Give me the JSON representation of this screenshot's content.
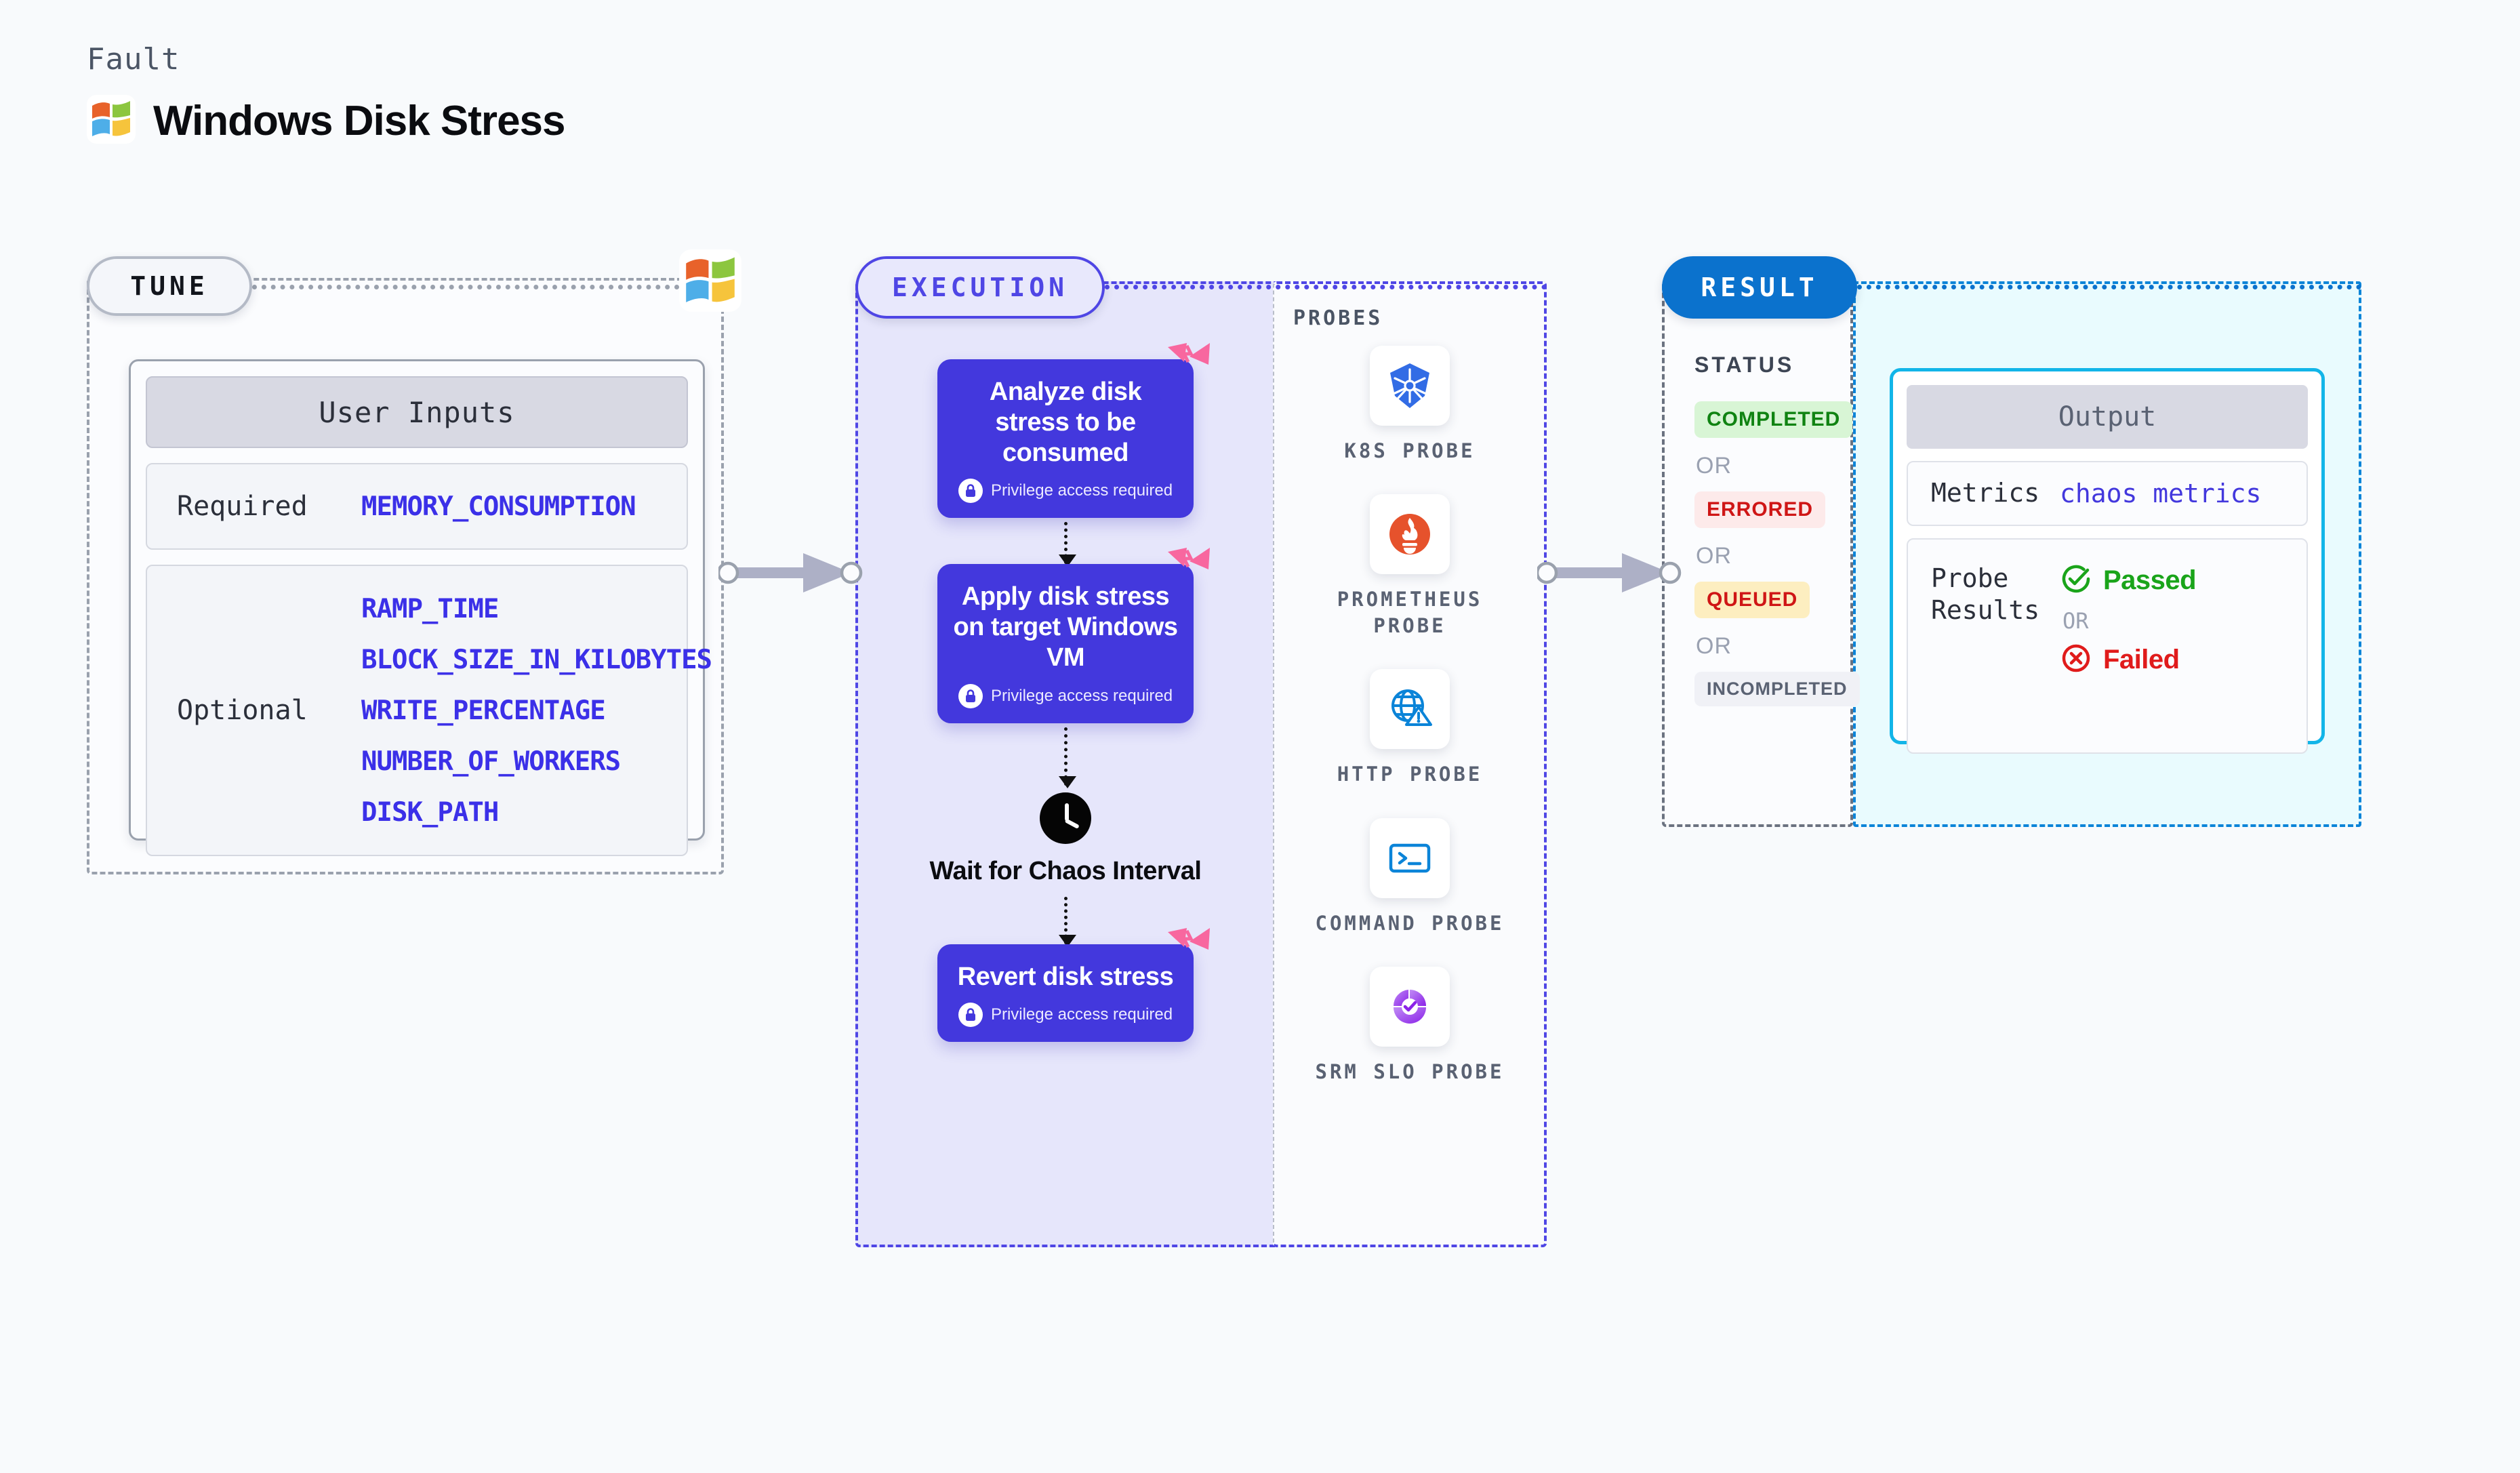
{
  "header": {
    "kicker": "Fault",
    "title": "Windows Disk Stress",
    "logo_icon": "windows-logo-icon"
  },
  "tune": {
    "pill_label": "TUNE",
    "decoration_icon": "windows-logo-icon",
    "card": {
      "header": "User Inputs",
      "groups": [
        {
          "label": "Required",
          "values": [
            "MEMORY_CONSUMPTION"
          ]
        },
        {
          "label": "Optional",
          "values": [
            "RAMP_TIME",
            "BLOCK_SIZE_IN_KILOBYTES",
            "WRITE_PERCENTAGE",
            "NUMBER_OF_WORKERS",
            "DISK_PATH"
          ]
        }
      ]
    }
  },
  "execution": {
    "pill_label": "EXECUTION",
    "privilege_note": "Privilege access required",
    "steps": [
      {
        "title": "Analyze disk stress to be consumed",
        "privileged": true,
        "ribbon_icon": "chaos-ribbon-icon"
      },
      {
        "title": "Apply disk stress on target Windows VM",
        "privileged": true,
        "ribbon_icon": "chaos-ribbon-icon"
      }
    ],
    "wait": {
      "label": "Wait for Chaos Interval",
      "icon": "clock-icon"
    },
    "final_step": {
      "title": "Revert disk stress",
      "privileged": true,
      "ribbon_icon": "chaos-ribbon-icon"
    }
  },
  "probes": {
    "title": "PROBES",
    "items": [
      {
        "name": "K8S PROBE",
        "icon": "kubernetes-icon"
      },
      {
        "name": "PROMETHEUS PROBE",
        "icon": "prometheus-icon"
      },
      {
        "name": "HTTP PROBE",
        "icon": "http-globe-alert-icon"
      },
      {
        "name": "COMMAND PROBE",
        "icon": "terminal-icon"
      },
      {
        "name": "SRM SLO PROBE",
        "icon": "srm-slo-icon"
      }
    ]
  },
  "result": {
    "pill_label": "RESULT",
    "status_title": "STATUS",
    "or_label": "OR",
    "statuses": [
      {
        "label": "COMPLETED",
        "bg": "#d8f5d5",
        "fg": "#108312"
      },
      {
        "label": "ERRORED",
        "bg": "#fdeaea",
        "fg": "#cf1616"
      },
      {
        "label": "QUEUED",
        "bg": "#fdeec0",
        "fg": "#cf1616"
      },
      {
        "label": "INCOMPLETED",
        "bg": "#f0f1f6",
        "fg": "#5a6273"
      }
    ]
  },
  "output": {
    "header": "Output",
    "metrics_label": "Metrics",
    "metrics_value": "chaos metrics",
    "probe_results_label": "Probe Results",
    "or_label": "OR",
    "passed_label": "Passed",
    "failed_label": "Failed",
    "passed_icon": "check-circle-icon",
    "failed_icon": "x-circle-icon"
  },
  "connectors": {
    "tune_to_execution_icon": "arrow-right-icon",
    "execution_to_result_icon": "arrow-right-icon"
  },
  "colors": {
    "accent_purple": "#4338dd",
    "accent_blue": "#0b72cd",
    "accent_cyan": "#12b5e8",
    "chaos_pink": "#f8679f",
    "code_blue": "#3b30e8"
  }
}
